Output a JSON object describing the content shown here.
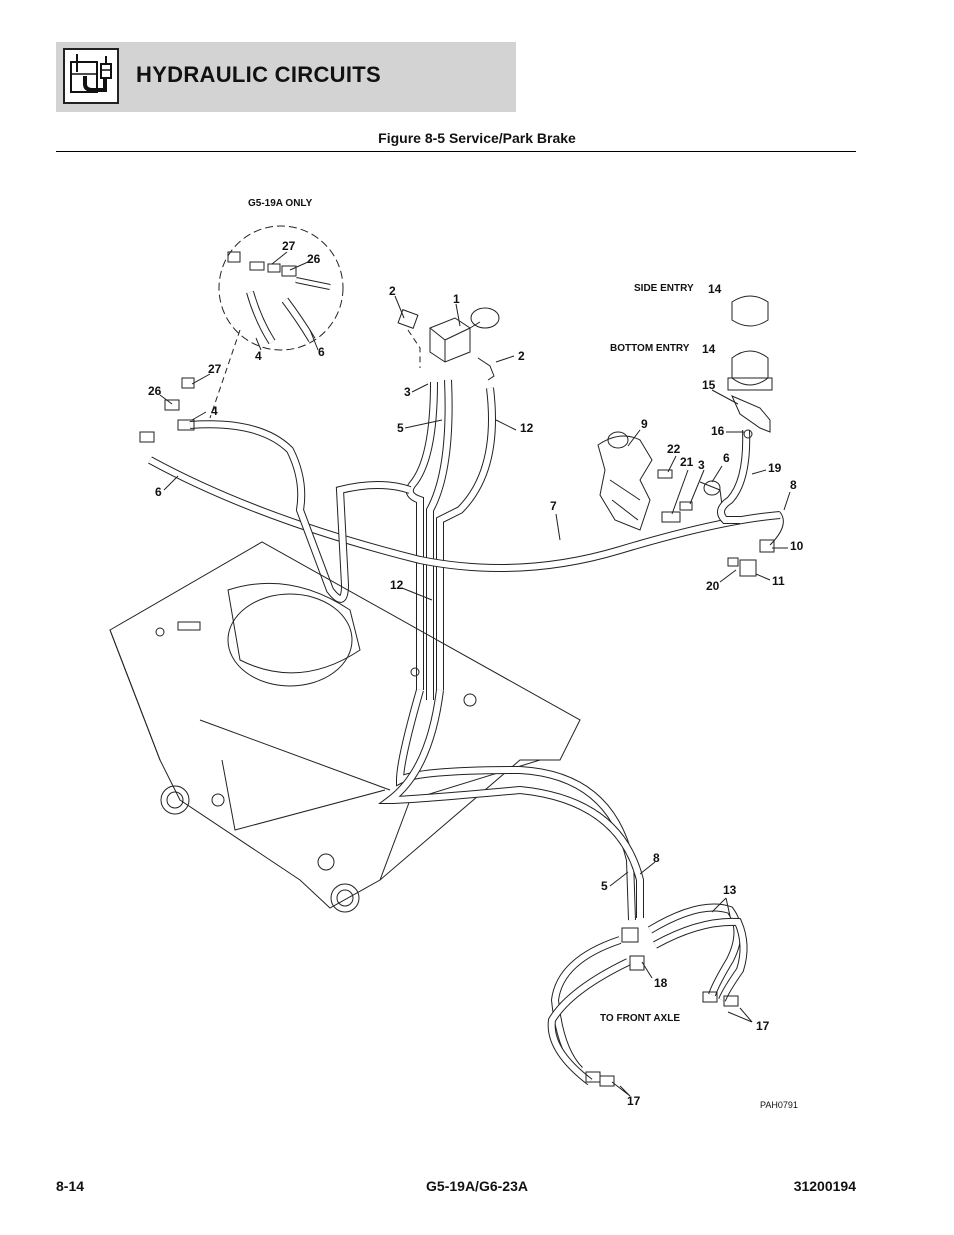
{
  "header": {
    "title": "HYDRAULIC CIRCUITS",
    "icon": "hydraulic-circuit-icon"
  },
  "figure": {
    "title": "Figure 8-5 Service/Park Brake",
    "notes": {
      "inset": "G5-19A ONLY",
      "side_entry": "SIDE ENTRY",
      "bottom_entry": "BOTTOM ENTRY",
      "front_axle": "TO FRONT AXLE",
      "drawing_code": "PAH0791"
    },
    "callouts": {
      "c1": "1",
      "c2a": "2",
      "c2b": "2",
      "c3a": "3",
      "c3b": "3",
      "c4a": "4",
      "c4b": "4",
      "c5a": "5",
      "c5b": "5",
      "c6a": "6",
      "c6b": "6",
      "c6c": "6",
      "c7": "7",
      "c8a": "8",
      "c8b": "8",
      "c9": "9",
      "c10": "10",
      "c11": "11",
      "c12a": "12",
      "c12b": "12",
      "c13": "13",
      "c14a": "14",
      "c14b": "14",
      "c15": "15",
      "c16": "16",
      "c17a": "17",
      "c17b": "17",
      "c18": "18",
      "c19": "19",
      "c20": "20",
      "c21": "21",
      "c22": "22",
      "c26a": "26",
      "c26b": "26",
      "c27a": "27",
      "c27b": "27"
    }
  },
  "footer": {
    "page": "8-14",
    "model": "G5-19A/G6-23A",
    "doc_number": "31200194"
  }
}
